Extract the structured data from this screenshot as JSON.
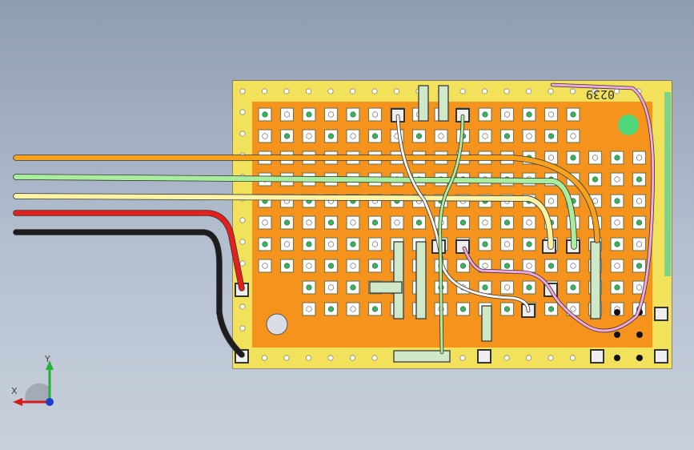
{
  "board": {
    "label": "0239",
    "colors": {
      "board": "#f6931d",
      "rail": "#f1e15b",
      "pad_fill": "#ffffff",
      "pad_frame": "#7d7a4f",
      "pad_hole": "#2eb85c",
      "mount_hole": "#d9dde6",
      "indicator": "#4fd67b"
    }
  },
  "wires": [
    {
      "name": "orange",
      "color": "#f6a21d"
    },
    {
      "name": "green",
      "color": "#a9ee9d"
    },
    {
      "name": "yellow",
      "color": "#fbf4a4"
    },
    {
      "name": "red",
      "color": "#e3201c"
    },
    {
      "name": "black",
      "color": "#1d1d1d"
    },
    {
      "name": "white",
      "color": "#fbf6ee"
    },
    {
      "name": "pink",
      "color": "#f2a8e0"
    }
  ],
  "axis": {
    "x": "X",
    "y": "Y"
  }
}
